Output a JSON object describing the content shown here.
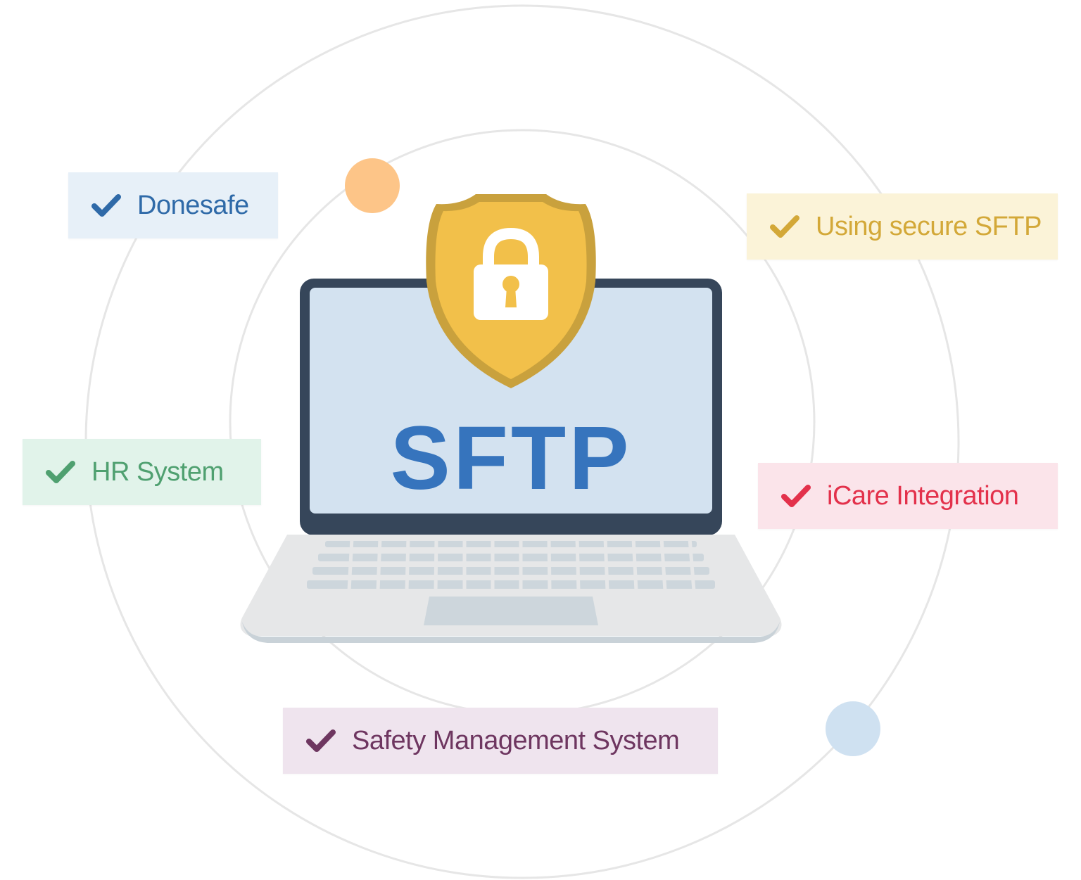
{
  "colors": {
    "orbit": "#e6e6e6",
    "orange_dot": "#fdc588",
    "blue_dot": "#cfe1f1",
    "laptop_frame": "#36465a",
    "screen": "#d3e2f0",
    "keyboard_base": "#e6e7e8",
    "keys": "#cdd6dc",
    "shield_fill": "#f2c04a",
    "shield_border": "#c9a13d",
    "lock": "#ffffff",
    "sftp_text": "#3674bd"
  },
  "screen": {
    "label": "SFTP"
  },
  "icons": {
    "shield": "shield-icon",
    "lock": "padlock-icon",
    "check": "checkmark-icon"
  },
  "tags": {
    "donesafe": {
      "label": "Donesafe",
      "color": "#2f6aa8",
      "bg": "#e7f0f8"
    },
    "secure_sftp": {
      "label": "Using secure SFTP",
      "color": "#d3a838",
      "bg": "#fbf3d8"
    },
    "hr_system": {
      "label": "HR System",
      "color": "#4fa070",
      "bg": "#e1f3ea"
    },
    "icare": {
      "label": "iCare Integration",
      "color": "#e3314b",
      "bg": "#fbe4ea"
    },
    "safety": {
      "label": "Safety Management System",
      "color": "#6e3660",
      "bg": "#efe4ee"
    }
  }
}
